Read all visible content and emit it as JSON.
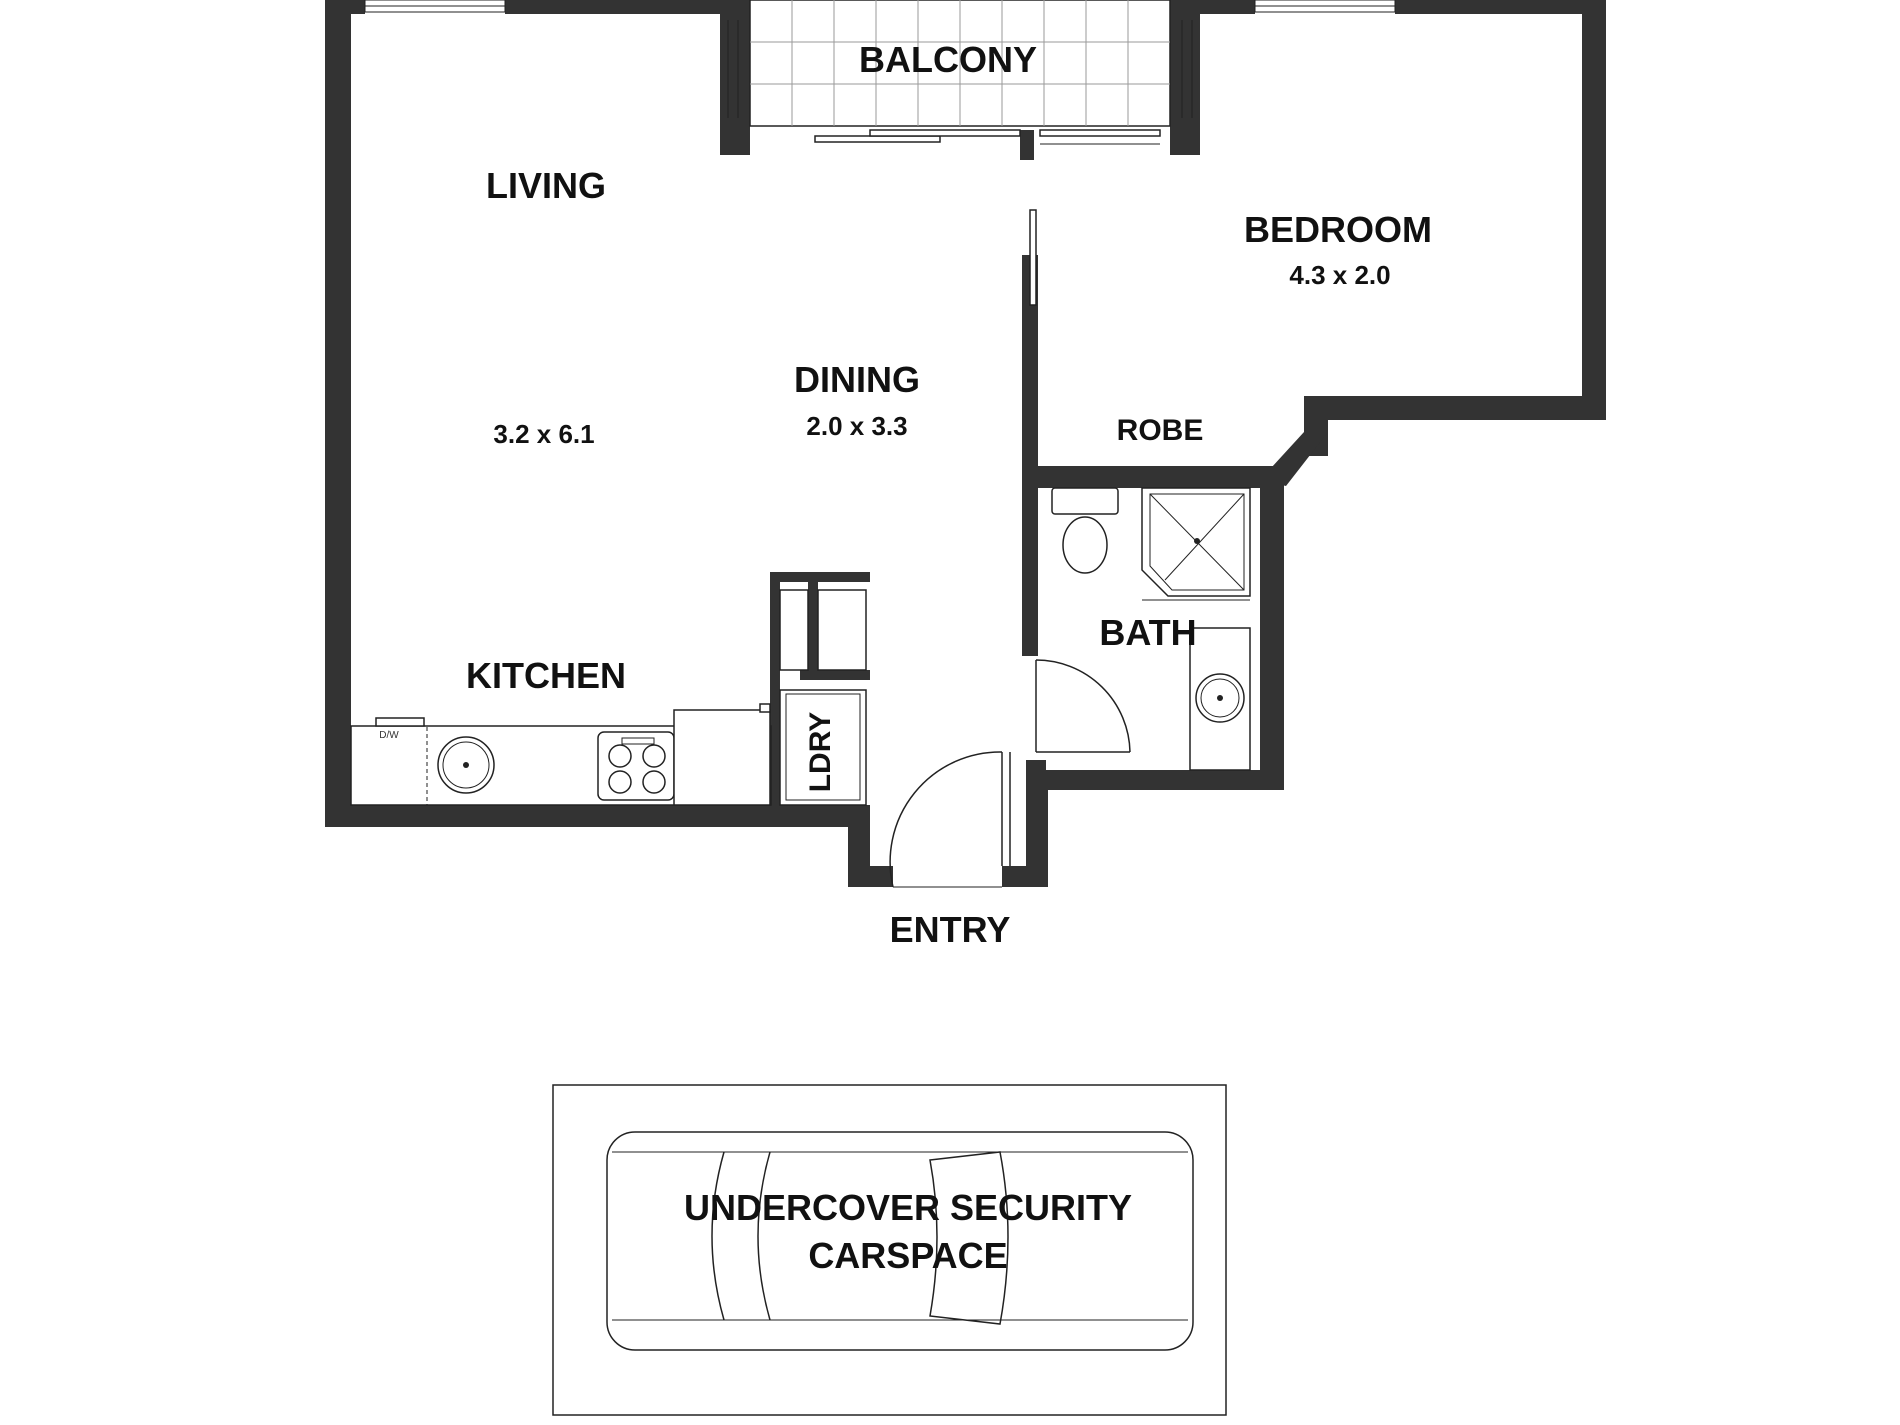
{
  "rooms": {
    "balcony": {
      "label": "BALCONY"
    },
    "living": {
      "label": "LIVING",
      "dimensions": "3.2 x 6.1"
    },
    "dining": {
      "label": "DINING",
      "dimensions": "2.0 x 3.3"
    },
    "bedroom": {
      "label": "BEDROOM",
      "dimensions": "4.3 x 2.0"
    },
    "robe": {
      "label": "ROBE"
    },
    "bath": {
      "label": "BATH"
    },
    "kitchen": {
      "label": "KITCHEN"
    },
    "laundry": {
      "label": "LDRY"
    },
    "entry": {
      "label": "ENTRY"
    }
  },
  "fixtures": {
    "dishwasher": {
      "label": "D/W"
    }
  },
  "carspace": {
    "line1": "UNDERCOVER SECURITY",
    "line2": "CARSPACE"
  },
  "colors": {
    "wall": "#333333",
    "line": "#222222",
    "background": "#ffffff"
  }
}
